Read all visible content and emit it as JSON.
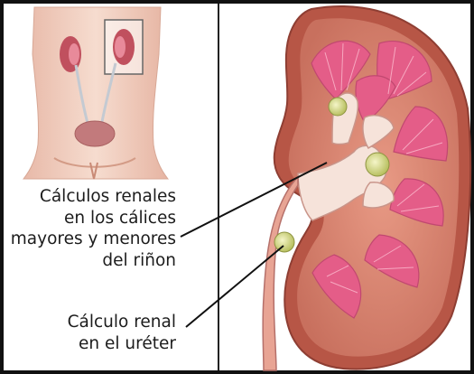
{
  "labels": {
    "calyces": {
      "line1": "Cálculos renales",
      "line2": "en los cálices",
      "line3": "mayores y menores",
      "line4": "del riñon"
    },
    "ureter": {
      "line1": "Cálculo renal",
      "line2": "en el uréter"
    }
  },
  "colors": {
    "frame": "#111111",
    "kidney_cortex": "#d9856f",
    "kidney_outer": "#b95a4a",
    "pyramid": "#e2608a",
    "calyx": "#f6e6de",
    "stone": "#dde38a",
    "skin": "#f1d0c0"
  }
}
